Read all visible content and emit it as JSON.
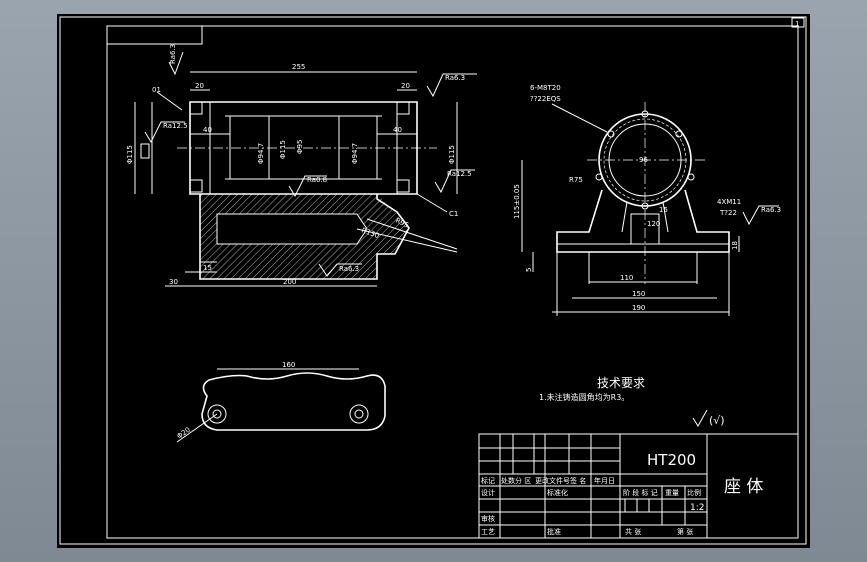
{
  "sheet": {
    "page_number": "1"
  },
  "front_view": {
    "dims": {
      "length": "255",
      "left_end": "20",
      "right_end": "20",
      "left_recess": "40",
      "right_recess": "40",
      "dia_outer": "Φ115",
      "dia_bore": "Φ95",
      "dia_left": "Φ94.7",
      "dia_right": "Φ94.7",
      "dia_right_side": "Φ115",
      "base_step": "15",
      "base_offset": "30",
      "base_length": "200",
      "radius_1": "R95",
      "radius_2": "R130",
      "chamfer": "C1",
      "tag_01": "01"
    },
    "roughness": {
      "top_left": "Ra6.3",
      "top_right": "Ra6.3",
      "left_face": "Ra12.5",
      "bore": "Ra0.8",
      "right_face": "Ra12.5",
      "bottom": "Ra6.3"
    }
  },
  "side_view": {
    "dims": {
      "thread_note": "6-M8T20",
      "thread_note_2": "??22EQS",
      "center_dia": "96",
      "radius": "R75",
      "height": "115±0.05",
      "slot_width": "15",
      "inner_width": "120",
      "base_holes": "4XM11",
      "base_holes_2": "T?22",
      "base_rough": "Ra6.3",
      "base_thick": "18",
      "base_step": "5",
      "width_110": "110",
      "width_150": "150",
      "width_190": "190"
    }
  },
  "top_view": {
    "dims": {
      "length": "160",
      "hole": "Φ20"
    }
  },
  "notes": {
    "title": "技术要求",
    "line1": "1.未注铸造圆角均为R3。",
    "symbol": "(√)"
  },
  "title_block": {
    "material": "HT200",
    "part_name": "座 体",
    "scale": "1:2",
    "row_labels": [
      "标记",
      "处数",
      "分 区",
      "更改文件号",
      "签 名",
      "年月日"
    ],
    "design": "设计",
    "standardize": "标准化",
    "stage_mark": "阶 段 标 记",
    "weight": "重量",
    "ratio": "比例",
    "review": "审核",
    "process": "工艺",
    "approve": "批准",
    "total_sheets": "共 张",
    "sheet_no": "第 张"
  }
}
